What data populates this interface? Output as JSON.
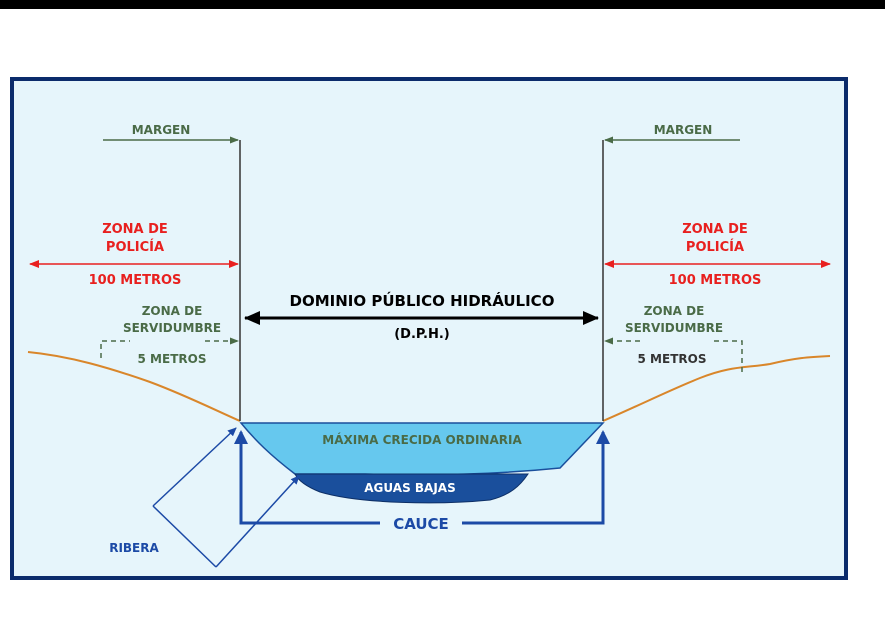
{
  "colors": {
    "frame_border": "#0b2b6b",
    "background": "#e6f5fb",
    "margin_green": "#4a6b47",
    "policia_red": "#e8201f",
    "servidumbre_green": "#4a6b47",
    "dph_black": "#000000",
    "ground_brown": "#d9862a",
    "water_light": "#66c8ee",
    "water_dark": "#1a4f9c",
    "arrow_blue": "#1c4aa6"
  },
  "left": {
    "margen": "MARGEN",
    "policia_line1": "ZONA DE",
    "policia_line2": "POLICÍA",
    "policia_distance": "100 METROS",
    "servidumbre_line1": "ZONA DE",
    "servidumbre_line2": "SERVIDUMBRE",
    "servidumbre_distance": "5 METROS"
  },
  "right": {
    "margen": "MARGEN",
    "policia_line1": "ZONA DE",
    "policia_line2": "POLICÍA",
    "policia_distance": "100 METROS",
    "servidumbre_line1": "ZONA DE",
    "servidumbre_line2": "SERVIDUMBRE",
    "servidumbre_distance": "5 METROS"
  },
  "dph": {
    "title": "DOMINIO PÚBLICO HIDRÁULICO",
    "abbr": "(D.P.H.)"
  },
  "channel": {
    "max_crecida": "MÁXIMA CRECIDA ORDINARIA",
    "aguas_bajas": "AGUAS BAJAS",
    "cauce": "CAUCE",
    "ribera": "RIBERA"
  }
}
